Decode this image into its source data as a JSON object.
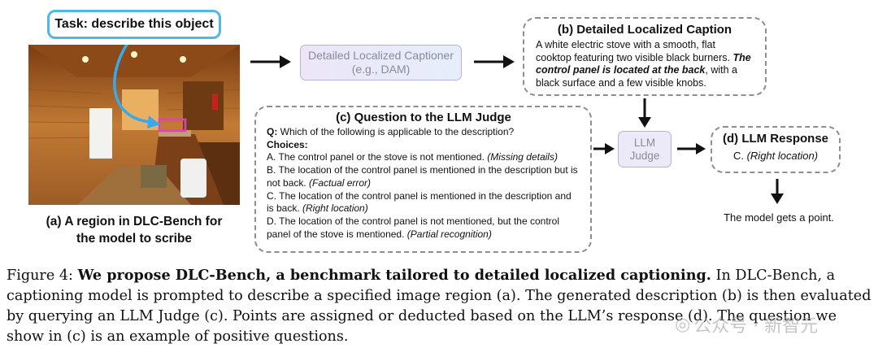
{
  "task": {
    "text": "Task: describe this object"
  },
  "region_caption": {
    "line1": "(a) A region in DLC-Bench for",
    "line2": "the model to scribe"
  },
  "captioner": {
    "line1": "Detailed Localized Captioner",
    "line2": "(e.g., DAM)"
  },
  "box_b": {
    "title": "(b) Detailed Localized Caption",
    "text_pre": "A white electric stove with a smooth, flat cooktop featuring two visible black burners. ",
    "text_emph": "The control panel is located at the back",
    "text_post": ", with a black surface and a few visible knobs."
  },
  "box_c": {
    "title": "(c) Question to the LLM Judge",
    "q_label": "Q:",
    "question": " Which of the following is applicable to the description?",
    "choices_label": "Choices:",
    "choices": [
      {
        "text": "A. The control panel or the stove is not mentioned. ",
        "tag": "(Missing details)"
      },
      {
        "text": "B. The location of the control panel is mentioned in the description but is not back. ",
        "tag": "(Factual error)"
      },
      {
        "text": "C. The location of the control panel is mentioned in the description and is back. ",
        "tag": "(Right location)"
      },
      {
        "text": "D. The location of the control panel is not mentioned, but the control panel of the stove is mentioned. ",
        "tag": "(Partial recognition)"
      }
    ]
  },
  "judge": {
    "line1": "LLM",
    "line2": "Judge"
  },
  "box_d": {
    "title": "(d) LLM Response",
    "prefix": "C. ",
    "answer": "(Right location)"
  },
  "point": {
    "text": "The model gets a point."
  },
  "figure_caption": {
    "label": "Figure 4: ",
    "bold": "We propose DLC-Bench, a benchmark tailored to detailed localized captioning.",
    "rest": " In DLC-Bench, a captioning model is prompted to describe a specified image region (a). The generated description (b) is then evaluated by querying an LLM Judge (c). Points are assigned or deducted based on the LLM’s response (d). The question we show in (c) is an example of positive questions."
  },
  "watermark": {
    "text": "公众号 · 新智元"
  },
  "colors": {
    "accent_blue": "#4fb8e8",
    "highlight_pink": "#e040c0",
    "box_purple": "#eceaf9",
    "dash_gray": "#8e8e8e"
  }
}
